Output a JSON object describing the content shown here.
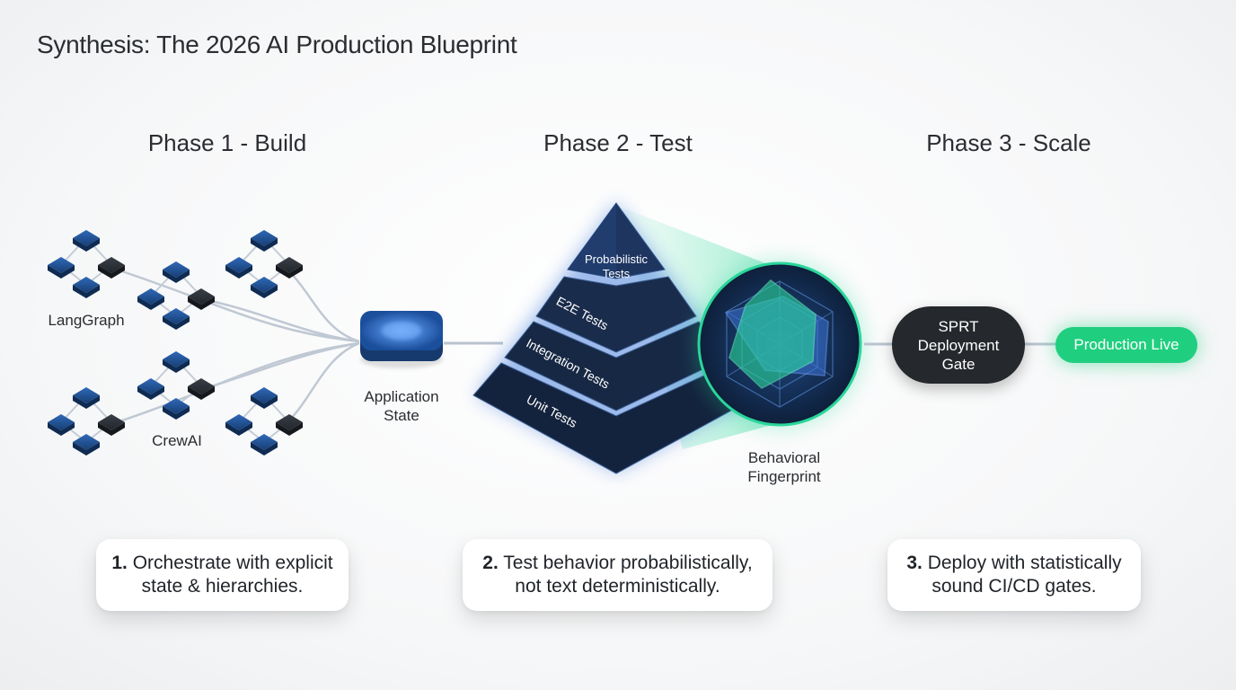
{
  "title": "Synthesis: The 2026 AI Production Blueprint",
  "phases": [
    "Phase 1 - Build",
    "Phase 2 - Test",
    "Phase 3 - Scale"
  ],
  "build": {
    "framework_a": "LangGraph",
    "framework_b": "CrewAI",
    "state_line1": "Application",
    "state_line2": "State"
  },
  "test": {
    "pyramid_levels": [
      "Probabilistic",
      "Tests",
      "E2E Tests",
      "Integration Tests",
      "Unit Tests"
    ],
    "fingerprint_line1": "Behavioral",
    "fingerprint_line2": "Fingerprint"
  },
  "scale": {
    "gate_lines": [
      "SPRT",
      "Deployment",
      "Gate"
    ],
    "live_label": "Production Live"
  },
  "cards": [
    {
      "num": "1.",
      "line1": " Orchestrate with explicit",
      "line2": "state & hierarchies."
    },
    {
      "num": "2.",
      "line1": " Test behavior probabilistically,",
      "line2": "not text deterministically."
    },
    {
      "num": "3.",
      "line1": " Deploy with statistically",
      "line2": "sound CI/CD gates."
    }
  ],
  "colors": {
    "node_blue": "#1e4e8c",
    "node_dark": "#2b2f36",
    "pyramid": "#1c2d4a",
    "accent_green": "#1fcf7f",
    "gate": "#25282c"
  }
}
